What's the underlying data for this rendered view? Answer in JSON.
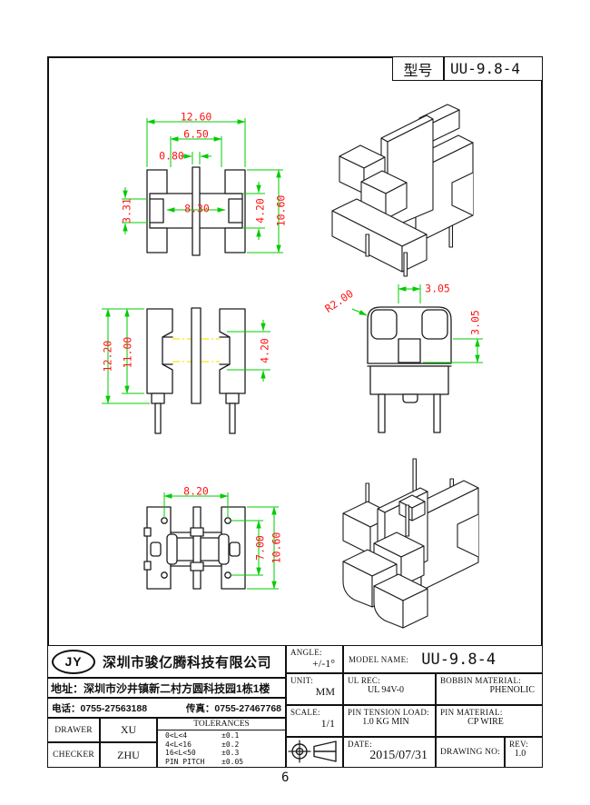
{
  "sheet": {
    "page_number": "6"
  },
  "model_box": {
    "label": "型号",
    "value": "UU-9.8-4"
  },
  "dims": {
    "front": {
      "width_total": "12.60",
      "width_inner": "6.50",
      "bar_width": "0.80",
      "web_width": "8.30",
      "tongue_height": "3.31",
      "web_height": "4.20",
      "height_total": "10.60"
    },
    "side": {
      "height_total": "12.20",
      "height_body": "11.00",
      "window_height": "4.20"
    },
    "end": {
      "radius": "R2.00",
      "slot_width": "3.05",
      "slot_height": "3.05"
    },
    "bottom": {
      "pin_span": "8.20",
      "pin_pitch": "7.00",
      "height_total": "10.60"
    }
  },
  "title_block": {
    "company": {
      "logo": "JY",
      "name": "深圳市骏亿腾科技有限公司",
      "address_label": "地址：",
      "address": "深圳市沙井镇新二村方圆科技园1栋1楼",
      "phone_label": "电话：",
      "phone": "0755-27563188",
      "fax_label": "传真：",
      "fax": "0755-27467768"
    },
    "drawer_label": "DRAWER",
    "drawer": "XU",
    "checker_label": "CHECKER",
    "checker": "ZHU",
    "tolerances": {
      "title": "TOLERANCES",
      "rows": [
        {
          "range": "0<L<4",
          "tol": "±0.1"
        },
        {
          "range": "4<L<16",
          "tol": "±0.2"
        },
        {
          "range": "16<L<50",
          "tol": "±0.3"
        },
        {
          "range": "PIN PITCH",
          "tol": "±0.05"
        }
      ]
    },
    "angle_label": "ANGLE:",
    "angle": "+/-1°",
    "model_label": "MODEL NAME:",
    "model": "UU-9.8-4",
    "unit_label": "UNIT:",
    "unit": "MM",
    "ul_label": "UL REC:",
    "ul": "UL 94V-0",
    "bobbin_label": "BOBBIN MATERIAL:",
    "bobbin": "PHENOLIC",
    "scale_label": "SCALE:",
    "scale": "1/1",
    "tension_label": "PIN TENSION LOAD:",
    "tension": "1.0 KG MIN",
    "pin_label": "PIN MATERIAL:",
    "pin": "CP WIRE",
    "date_label": "DATE:",
    "date": "2015/07/31",
    "drawing_no_label": "DRAWING NO:",
    "drawing_no": "",
    "rev_label": "REV:",
    "rev": "1.0"
  },
  "colors": {
    "dimension_line": "#00cc00",
    "dimension_text": "#ff1414",
    "center_line": "#ffe600",
    "object_line": "#1c1c1c"
  }
}
